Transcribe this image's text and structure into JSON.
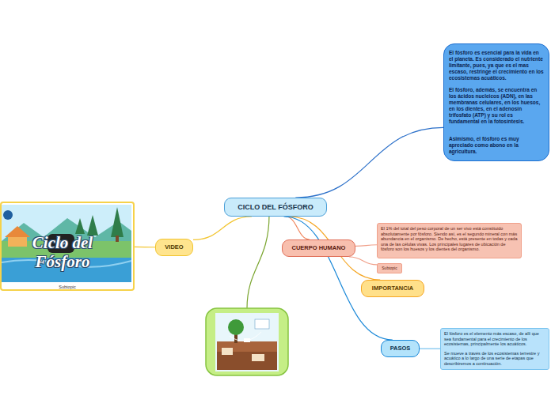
{
  "diagram": {
    "nodes": [
      {
        "text": [
          "CICLO DEL FÓSFORO"
        ]
      },
      {
        "text": [
          "El fósforo es esencial para la vida en el planeta. Es considerado el nutriente limitante, pues, ya que es el mas escaso, restringe el crecimiento en los ecosistemas acuáticos.",
          "El fósforo, además, se encuentra en los ácidos nucleicos (ADN), en las membranas celulares, en los huesos, en los dientes, en el adenosín trifosfato (ATP) y su rol es fundamental en la fotosíntesis.",
          "Asimismo, el fósforo es muy apreciado como abono en la agricultura."
        ]
      },
      {
        "text": [
          "VIDEO"
        ]
      },
      {
        "text": [
          "Ciclo del Fósforo",
          "Subtopic"
        ]
      },
      {
        "text": [
          "CUERPO HUMANO"
        ]
      },
      {
        "text": [
          "El 1% del total del peso corporal de un ser vivo está constituido absolutamente por fósforo. Siendo así, es el segundo mineral con más abundancia en el organismo. De hecho, está presente en todas y cada una de las células vivas. Los principales lugares de ubicación de fósforo son los huesos y los dientes del organismo."
        ]
      },
      {
        "text": [
          "Subtopic"
        ]
      },
      {
        "text": [
          "IMPORTANCIA"
        ]
      },
      {
        "text": [
          "PASOS"
        ]
      },
      {
        "text": [
          "El fósforo es el elemento más escaso, de allí que sea fundamental para el crecimiento de los ecosistemas, principalmente los acuáticos.",
          "Se mueve a través de los ecosistemas terrestre y acuático a lo largo de una serie de etapas que describiremos a continuación."
        ]
      }
    ],
    "edges": [
      {
        "from": 0,
        "to": 1,
        "arrow": "none"
      },
      {
        "from": 0,
        "to": 2,
        "arrow": "none"
      },
      {
        "from": 2,
        "to": 3,
        "arrow": "none"
      },
      {
        "from": 0,
        "to": 4,
        "arrow": "none"
      },
      {
        "from": 4,
        "to": 5,
        "arrow": "none"
      },
      {
        "from": 4,
        "to": 6,
        "arrow": "none"
      },
      {
        "from": 0,
        "to": 7,
        "arrow": "none"
      },
      {
        "from": 0,
        "to": 8,
        "arrow": "none"
      },
      {
        "from": 8,
        "to": 9,
        "arrow": "none"
      }
    ]
  }
}
